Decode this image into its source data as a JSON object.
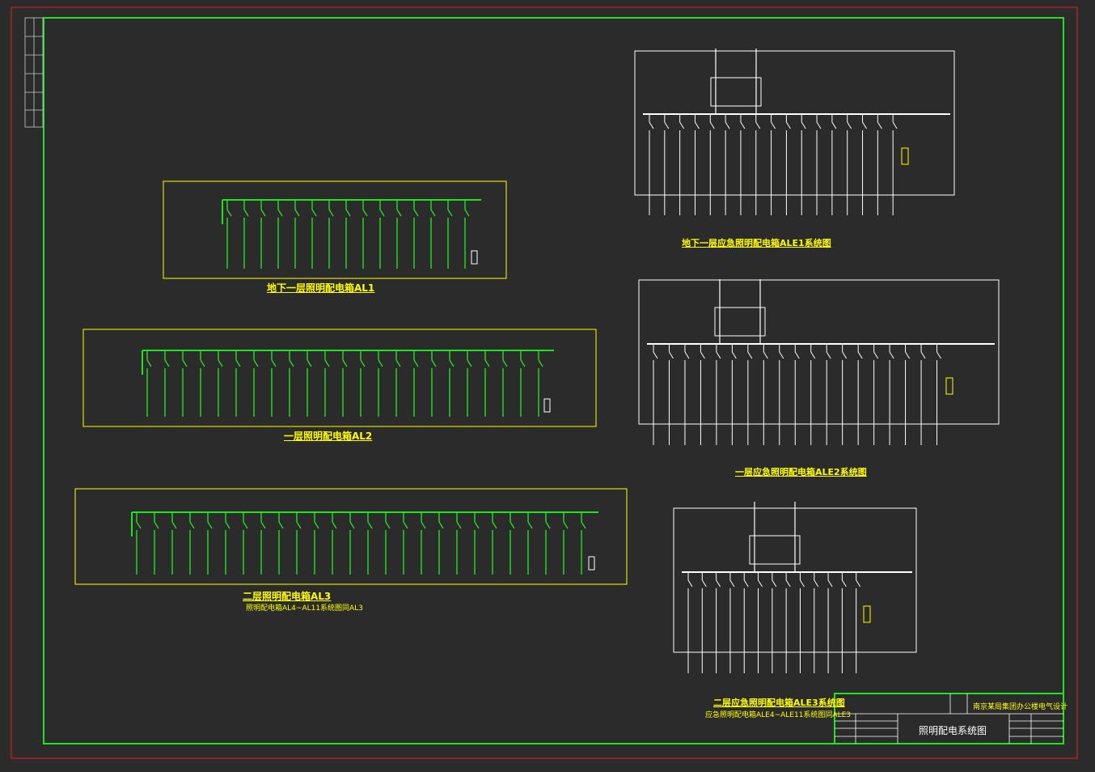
{
  "diagrams": [
    {
      "id": "al1",
      "caption": "地下一层照明配电箱AL1"
    },
    {
      "id": "al2",
      "caption": "一层照明配电箱AL2"
    },
    {
      "id": "al3",
      "caption": "二层照明配电箱AL3"
    },
    {
      "id": "ale1",
      "caption": "地下一层应急照明配电箱ALE1系统图"
    },
    {
      "id": "ale2",
      "caption": "一层应急照明配电箱ALE2系统图"
    },
    {
      "id": "ale3",
      "caption": "二层应急照明配电箱ALE3系统图"
    }
  ],
  "notes": {
    "al3_note": "照明配电箱AL4~AL11系统图同AL3",
    "ale3_note": "应急照明配电箱ALE4~ALE11系统图同ALE3"
  },
  "title_block": {
    "project": "南京某局集团办公楼电气设计",
    "drawing_name": "照明配电系统图"
  },
  "colors": {
    "background": "#2b2b2b",
    "outer_frame": "#e02020",
    "inner_frame": "#22e022",
    "box_outline": "#ffff00",
    "busbar": "#22e022",
    "circuit": "#ffffff",
    "text": "#ffff00"
  }
}
